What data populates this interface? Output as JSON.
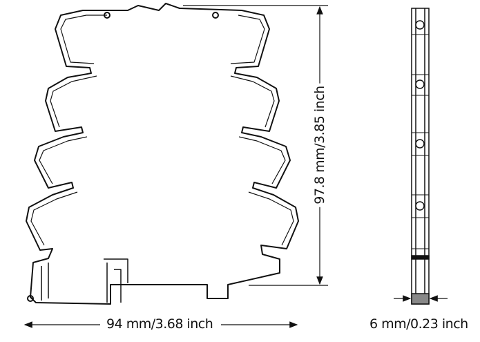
{
  "dimensions": {
    "height_label": "97.8 mm/3.85 inch",
    "width_label": "94 mm/3.68 inch",
    "depth_label": "6 mm/0.23 inch"
  },
  "colors": {
    "line": "#111111",
    "fill": "#ffffff",
    "shade": "#888888"
  }
}
